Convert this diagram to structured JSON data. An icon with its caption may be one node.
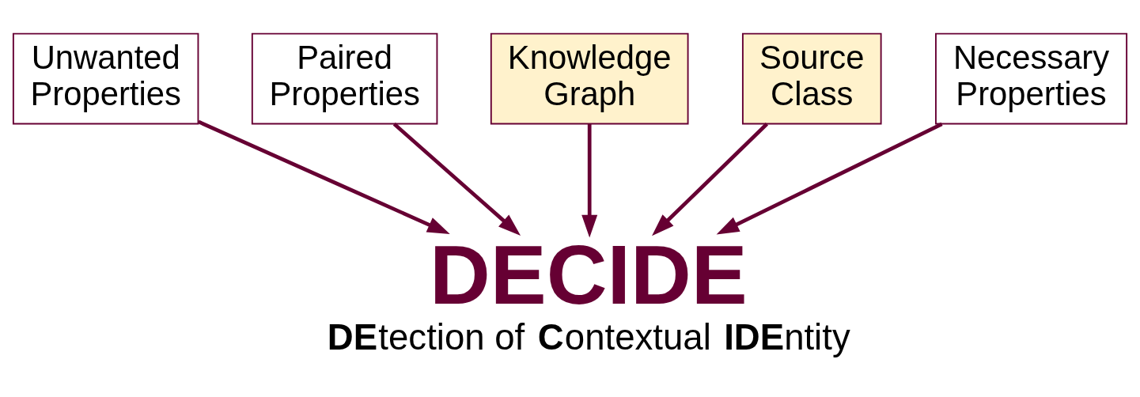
{
  "diagram": {
    "nodes": [
      {
        "text": [
          "Unwanted Properties"
        ]
      },
      {
        "text": [
          "Paired Properties"
        ]
      },
      {
        "text": [
          "Knowledge Graph"
        ]
      },
      {
        "text": [
          "Source Class"
        ]
      },
      {
        "text": [
          "Necessary Properties"
        ]
      },
      {
        "text": [
          "DECIDE"
        ],
        "beside": [
          "**DE**tection of **C**ontextual **IDE**ntity"
        ]
      }
    ],
    "edges": [
      {
        "from": 0,
        "to": 5,
        "arrow": "to"
      },
      {
        "from": 1,
        "to": 5,
        "arrow": "to"
      },
      {
        "from": 2,
        "to": 5,
        "arrow": "to"
      },
      {
        "from": 3,
        "to": 5,
        "arrow": "to"
      },
      {
        "from": 4,
        "to": 5,
        "arrow": "to"
      }
    ]
  }
}
